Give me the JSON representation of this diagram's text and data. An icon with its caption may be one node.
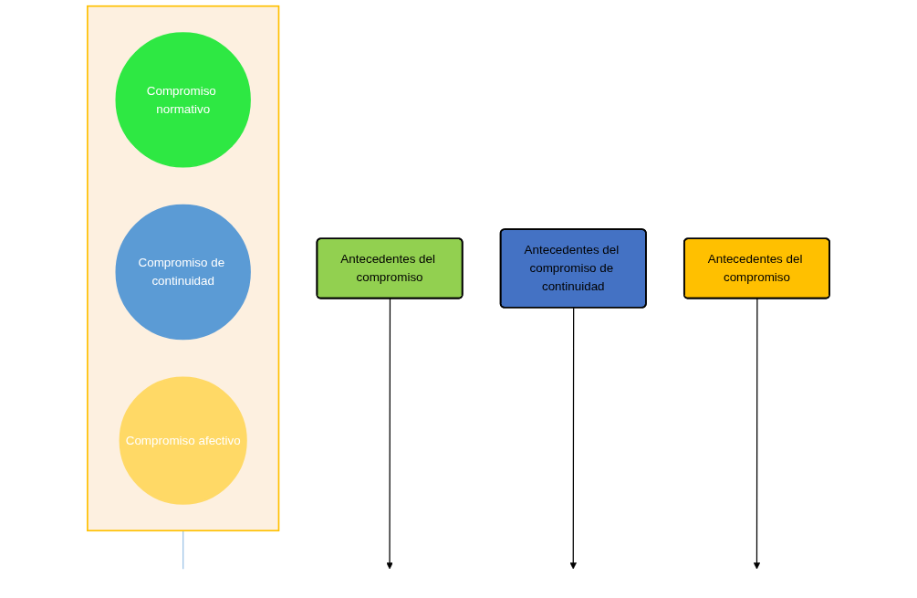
{
  "diagram": {
    "nodes": [
      {
        "text": [
          "Antecedentes del compromiso"
        ]
      },
      {
        "text": [
          "Antecedentes del compromiso de continuidad"
        ]
      },
      {
        "text": [
          "Antecedentes del compromiso"
        ]
      },
      {
        "text": [],
        "shape": "funnel"
      },
      {
        "text": [
          "Compromiso normativo"
        ],
        "in": 3
      },
      {
        "text": [
          "Compromiso de continuidad"
        ],
        "in": 3
      },
      {
        "text": [
          "Compromiso afectivo"
        ],
        "in": 3
      }
    ],
    "edges": [
      {
        "from": 0,
        "to": null,
        "arrow": "to"
      },
      {
        "from": 1,
        "to": null,
        "arrow": "to"
      },
      {
        "from": 2,
        "to": null,
        "arrow": "to"
      },
      {
        "from": 3,
        "to": null,
        "arrow": "none",
        "color": "#9dc3e6"
      }
    ]
  }
}
